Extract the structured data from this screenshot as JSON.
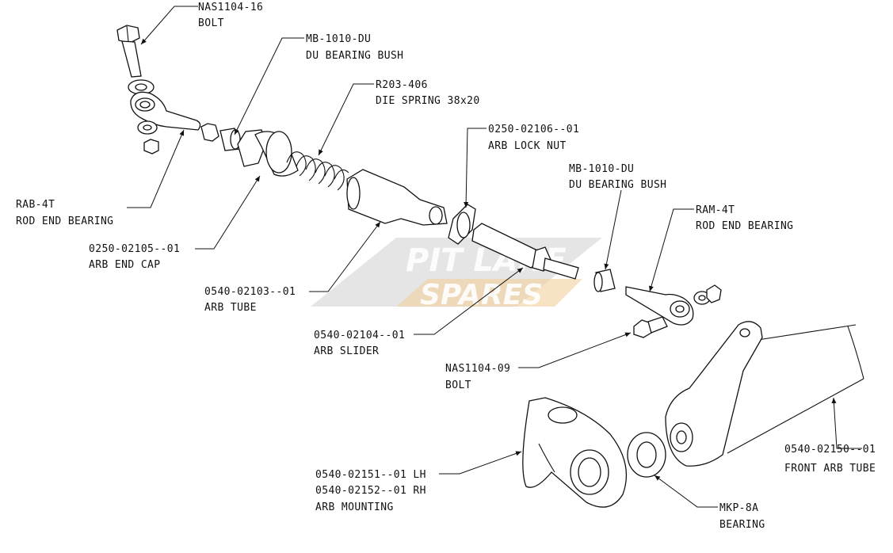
{
  "watermark": {
    "line1": "PIT LANE",
    "line2": "SPARES",
    "color_dark": "#b9b9b9",
    "color_accent": "#f3cf9c"
  },
  "labels": [
    {
      "part": "NAS1104-16",
      "desc": "BOLT"
    },
    {
      "part": "MB-1010-DU",
      "desc": "DU BEARING BUSH"
    },
    {
      "part": "R203-406",
      "desc": "DIE SPRING 38x20"
    },
    {
      "part": "0250-02106--01",
      "desc": "ARB LOCK NUT"
    },
    {
      "part": "MB-1010-DU",
      "desc": "DU BEARING BUSH"
    },
    {
      "part": "RAM-4T",
      "desc": "ROD END BEARING"
    },
    {
      "part": "RAB-4T",
      "desc": "ROD END BEARING"
    },
    {
      "part": "0250-02105--01",
      "desc": "ARB END CAP"
    },
    {
      "part": "0540-02103--01",
      "desc": "ARB TUBE"
    },
    {
      "part": "0540-02104--01",
      "desc": "ARB SLIDER"
    },
    {
      "part": "NAS1104-09",
      "desc": "BOLT"
    },
    {
      "part": "0540-02150--01",
      "desc": "FRONT ARB TUBE"
    },
    {
      "part": "0540-02151--01 LH",
      "part2": "0540-02152--01 RH",
      "desc": "ARB MOUNTING"
    },
    {
      "part": "MKP-8A",
      "desc": "BEARING"
    }
  ]
}
